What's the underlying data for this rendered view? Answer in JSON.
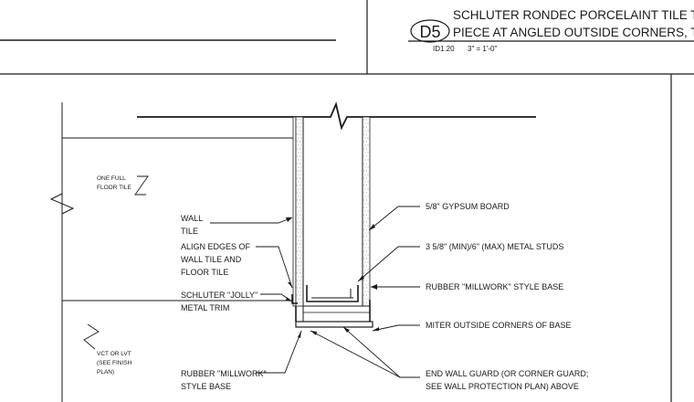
{
  "title_block": {
    "detail_id": "D5",
    "title_line1": "SCHLUTER RONDEC PORCELAINT TILE TRIM",
    "title_line2": "PIECE AT ANGLED OUTSIDE CORNERS, TYP.",
    "sheet_ref": "ID1.20",
    "scale": "3\" = 1'-0\""
  },
  "labels": {
    "one_full_floor_tile_1": "ONE FULL",
    "one_full_floor_tile_2": "FLOOR TILE",
    "wall_tile_1": "WALL",
    "wall_tile_2": "TILE",
    "align_edges_1": "ALIGN EDGES OF",
    "align_edges_2": "WALL TILE AND",
    "align_edges_3": "FLOOR TILE",
    "schluter_jolly_1": "SCHLUTER \"JOLLY\"",
    "schluter_jolly_2": "METAL TRIM",
    "vct_lvt_1": "VCT OR LVT",
    "vct_lvt_2": "(SEE FINISH",
    "vct_lvt_3": "PLAN)",
    "rubber_base_left_1": "RUBBER \"MILLWORK\"",
    "rubber_base_left_2": "STYLE BASE",
    "gypsum_board": "5/8\" GYPSUM BOARD",
    "metal_studs": "3 5/8\" (MIN)/6\" (MAX) METAL STUDS",
    "rubber_base_right": "RUBBER \"MILLWORK\" STYLE BASE",
    "miter_corners": "MITER OUTSIDE CORNERS OF BASE",
    "end_wall_guard_1": "END WALL GUARD (OR CORNER GUARD;",
    "end_wall_guard_2": "SEE WALL PROTECTION PLAN) ABOVE"
  },
  "colors": {
    "line": "#1a1a1a",
    "hatch": "#7a7a7a"
  }
}
